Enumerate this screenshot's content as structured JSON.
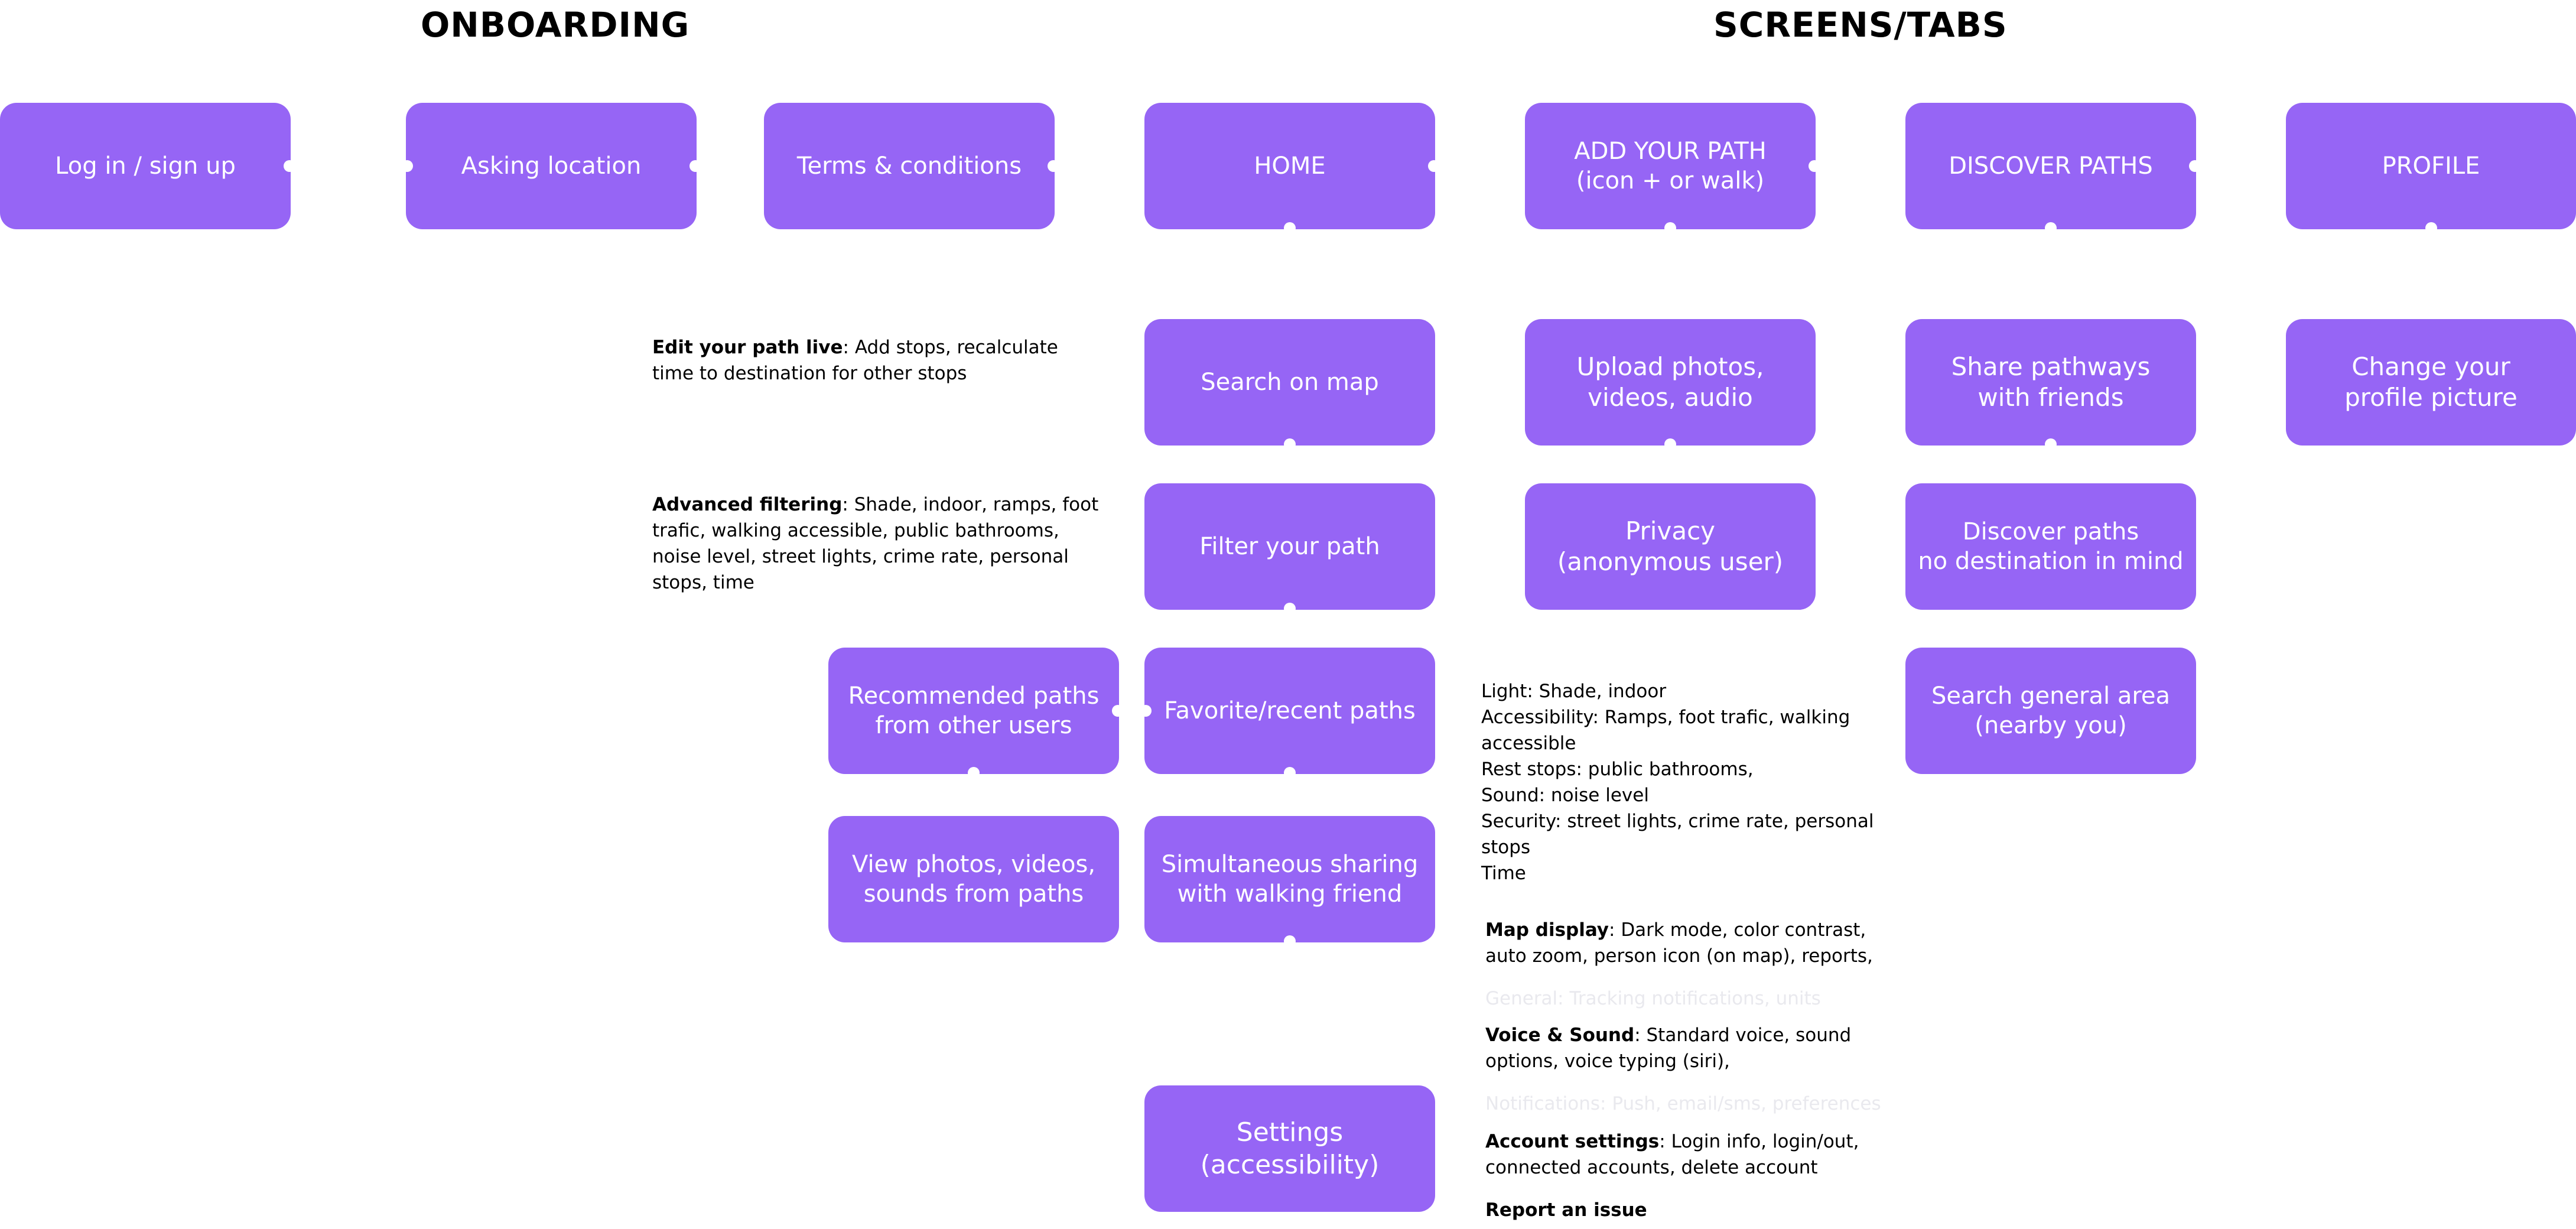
{
  "headings": {
    "onboarding": "ONBOARDING",
    "screens": "SCREENS/TABS"
  },
  "nodes": {
    "login": "Log in / sign up",
    "location": "Asking location",
    "terms": "Terms & conditions",
    "home": "HOME",
    "add_path": "ADD YOUR PATH\n(icon + or walk)",
    "discover": "DISCOVER PATHS",
    "profile": "PROFILE",
    "search_map": "Search on map",
    "filter_path": "Filter your path",
    "favorite": "Favorite/recent paths",
    "simultaneous": "Simultaneous sharing\nwith walking friend",
    "settings": "Settings\n(accessibility)",
    "recommended": "Recommended paths\nfrom other users",
    "view_media": "View photos, videos,\nsounds from paths",
    "upload": "Upload photos,\nvideos, audio",
    "privacy": "Privacy\n(anonymous user)",
    "share": "Share pathways\nwith friends",
    "discover_nodest": "Discover paths\nno destination in mind",
    "search_area": "Search general area\n(nearby you)",
    "change_pic": "Change your\nprofile picture"
  },
  "notes": {
    "edit_live_title": "Edit your path live",
    "edit_live_body": ": Add stops, recalculate\ntime to destination for other stops",
    "adv_filter_title": "Advanced filtering",
    "adv_filter_body": ": Shade, indoor, ramps, foot\ntrafic, walking accessible, public bathrooms,\nnoise level, street lights, crime rate, personal\nstops, time",
    "categories": "Light: Shade, indoor\nAccessibility: Ramps, foot trafic, walking\naccessible\nRest stops: public bathrooms,\nSound: noise level\nSecurity: street lights, crime rate, personal\nstops\nTime",
    "map_display_title": "Map display",
    "map_display_body": ": Dark mode, color contrast,\nauto zoom, person icon (on map), reports,",
    "general_faint": "General: Tracking notifications, units",
    "voice_title": "Voice & Sound",
    "voice_body": ":  Standard voice, sound\noptions, voice typing (siri),",
    "notifications_faint": "Notifications: Push, email/sms, preferences",
    "account_title": "Account settings",
    "account_body": ":  Login info, login/out,\nconnected accounts, delete account",
    "report": "Report an issue"
  },
  "colors": {
    "node_fill": "#9665f5",
    "node_text": "#ffffff",
    "background": "#ffffff"
  }
}
